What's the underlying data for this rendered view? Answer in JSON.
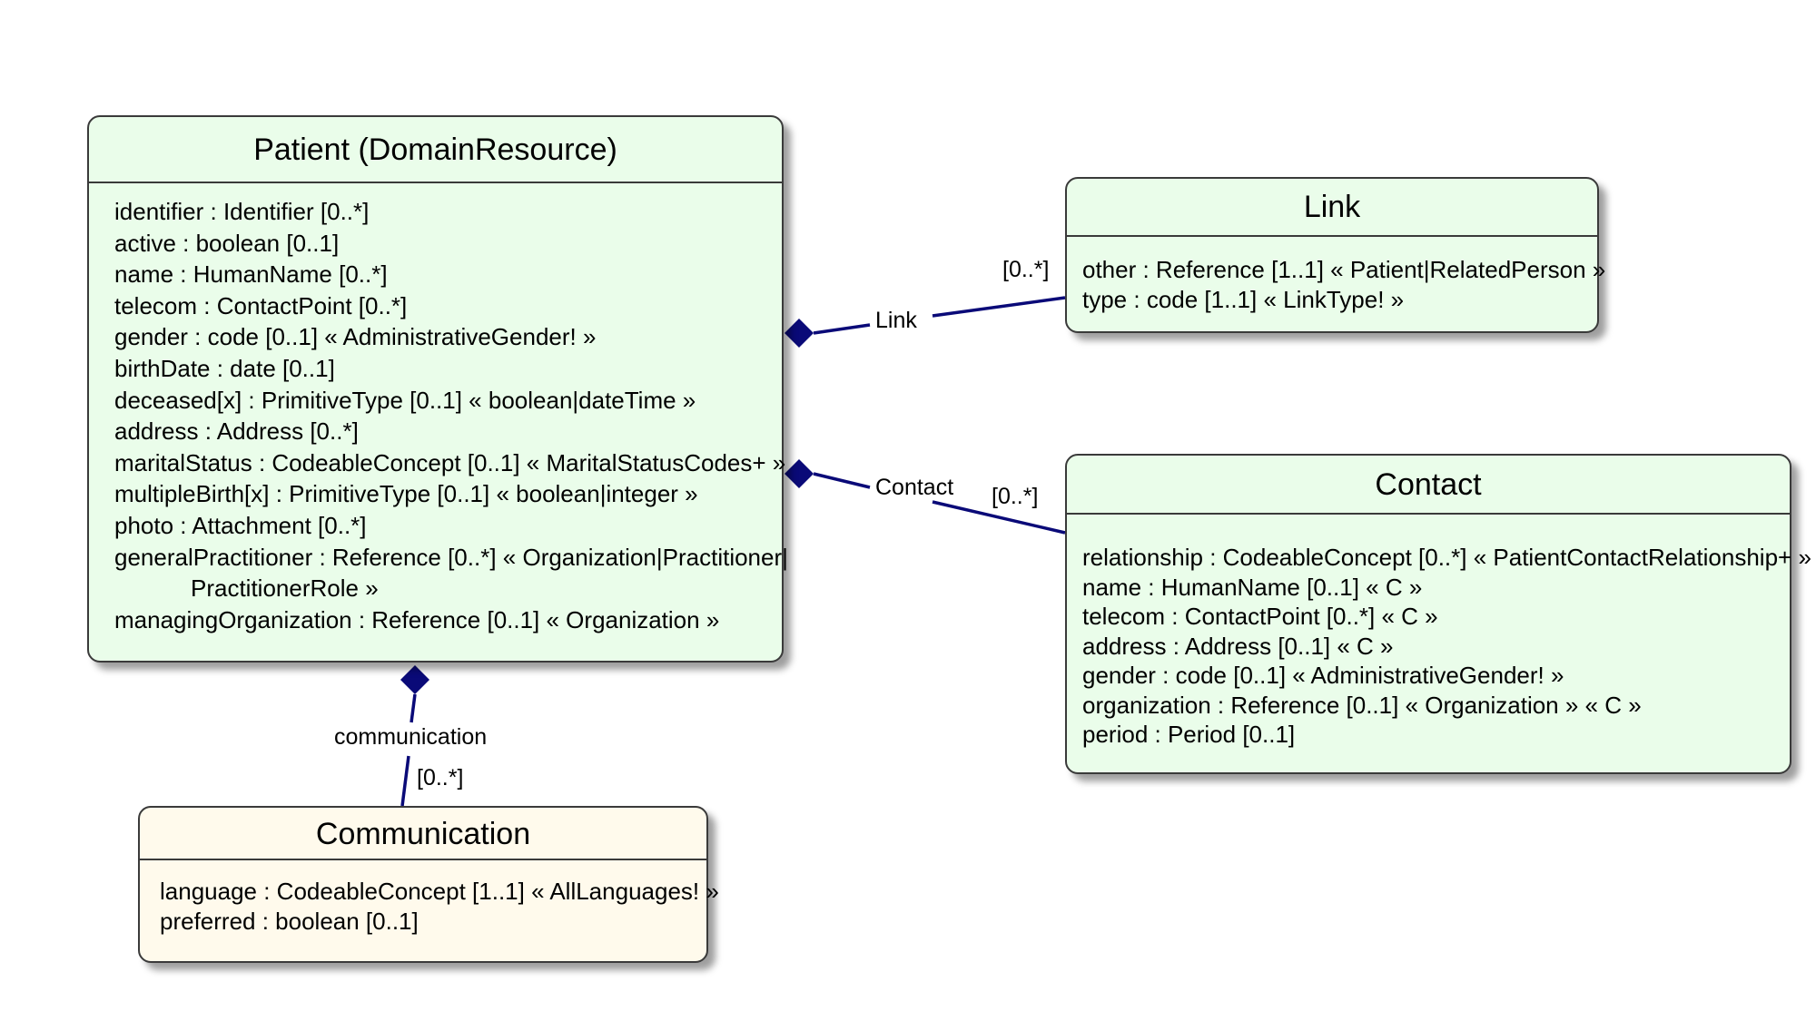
{
  "patient": {
    "title": "Patient (DomainResource)",
    "attributes": [
      "identifier : Identifier [0..*]",
      "active : boolean [0..1]",
      "name : HumanName [0..*]",
      "telecom : ContactPoint [0..*]",
      "gender : code [0..1] « AdministrativeGender! »",
      "birthDate : date [0..1]",
      "deceased[x] : PrimitiveType [0..1] « boolean|dateTime »",
      "address : Address [0..*]",
      "maritalStatus : CodeableConcept [0..1] « MaritalStatusCodes+ »",
      "multipleBirth[x] : PrimitiveType [0..1] « boolean|integer »",
      "photo : Attachment [0..*]",
      "generalPractitioner : Reference [0..*] « Organization|Practitioner|",
      "PractitionerRole »",
      "managingOrganization : Reference [0..1] « Organization »"
    ]
  },
  "link": {
    "title": "Link",
    "attributes": [
      "other : Reference [1..1] « Patient|RelatedPerson »",
      "type : code [1..1] « LinkType! »"
    ],
    "association_label": "Link",
    "multiplicity": "[0..*]"
  },
  "contact": {
    "title": "Contact",
    "attributes": [
      "relationship : CodeableConcept [0..*] « PatientContactRelationship+ »",
      "name : HumanName [0..1] « C »",
      "telecom : ContactPoint [0..*] « C »",
      "address : Address [0..1] « C »",
      "gender : code [0..1] « AdministrativeGender! »",
      "organization : Reference [0..1] « Organization » « C »",
      "period : Period [0..1]"
    ],
    "association_label": "Contact",
    "multiplicity": "[0..*]"
  },
  "communication": {
    "title": "Communication",
    "attributes": [
      "language : CodeableConcept [1..1] « AllLanguages! »",
      "preferred : boolean [0..1]"
    ],
    "association_label": "communication",
    "multiplicity": "[0..*]"
  },
  "colors": {
    "connector": "#0a0a78",
    "class_fill": "#eafdea",
    "communication_fill": "#fffaec",
    "border": "#3a3a3a"
  }
}
